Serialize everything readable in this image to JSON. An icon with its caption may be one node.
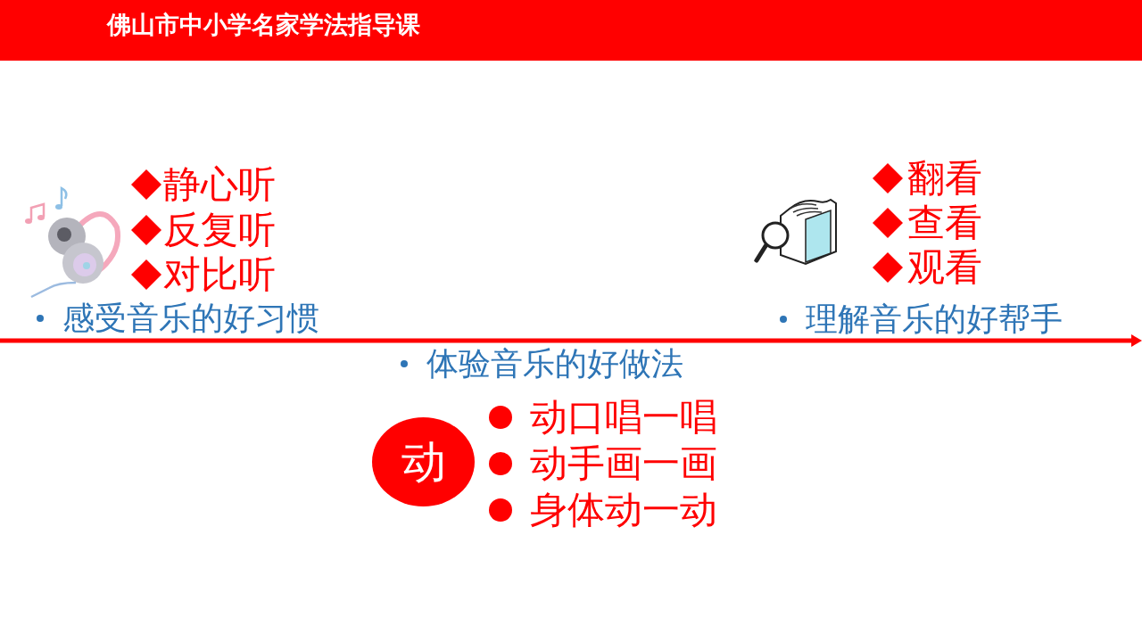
{
  "diagram": {
    "title": "佛山市中小学名家学法指导课",
    "nodes": [
      {
        "text": [
          "动"
        ]
      }
    ],
    "edges": [],
    "labels": [
      "静心听",
      "反复听",
      "对比听",
      "感受音乐的好习惯",
      "翻看",
      "查看",
      "观看",
      "理解音乐的好帮手",
      "体验音乐的好做法",
      "动口唱一唱",
      "动手画一画",
      "身体动一动"
    ]
  }
}
